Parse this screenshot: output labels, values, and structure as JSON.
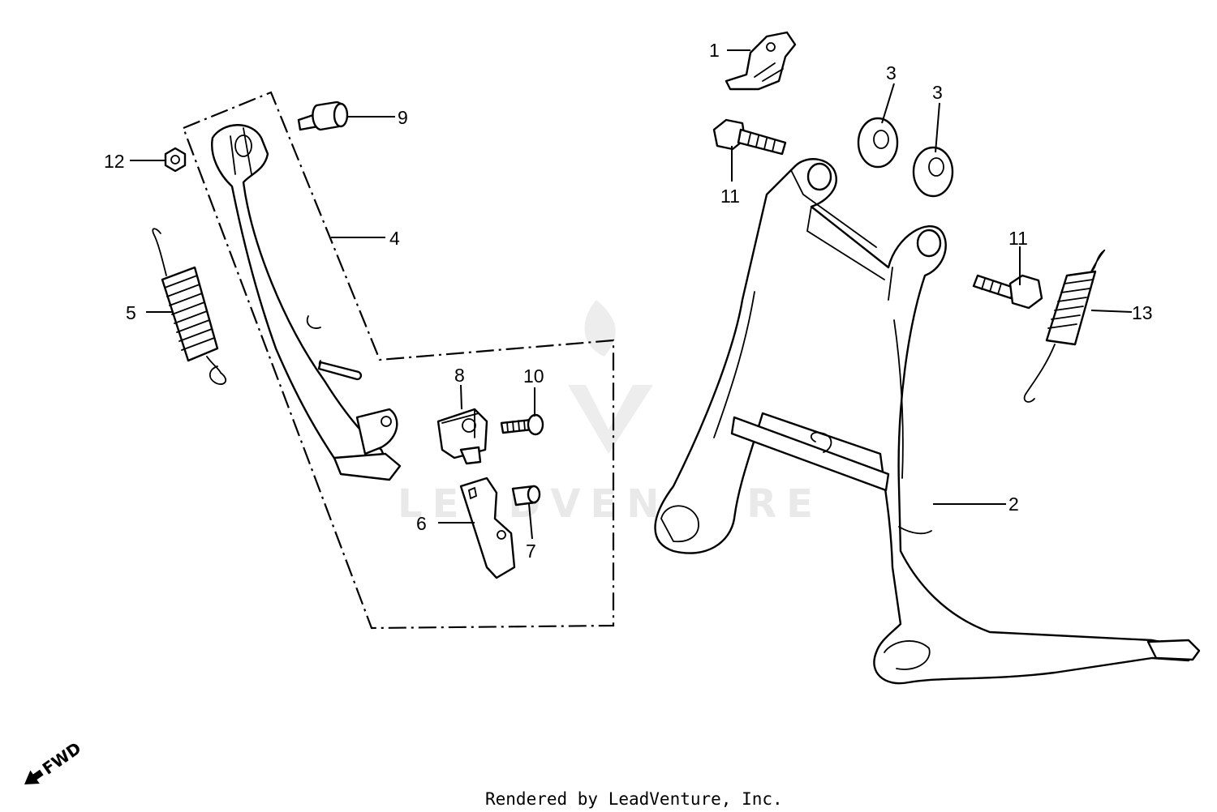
{
  "watermark": {
    "text": "LEADVENTURE"
  },
  "footer": {
    "text": "Rendered by LeadVenture, Inc."
  },
  "direction": {
    "label": "FWD"
  },
  "callouts": {
    "c1": "1",
    "c2": "2",
    "c3a": "3",
    "c3b": "3",
    "c4": "4",
    "c5": "5",
    "c6": "6",
    "c7": "7",
    "c8": "8",
    "c9": "9",
    "c10": "10",
    "c11a": "11",
    "c11b": "11",
    "c12": "12",
    "c13": "13"
  }
}
